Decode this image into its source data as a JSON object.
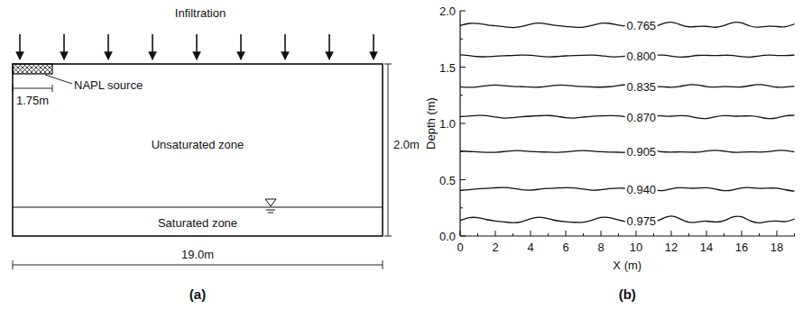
{
  "diagram": {
    "labels": [
      "Infiltration",
      "NAPL source",
      "1.75m",
      "2.0m",
      "Unsaturated zone",
      "Saturated zone",
      "19.0m",
      "(a)",
      "2.0",
      "1.5",
      "1.0",
      "0.5",
      "0.0",
      "Depth (m)",
      "0.765",
      "0.800",
      "0.835",
      "0.870",
      "0.905",
      "0.940",
      "0.975",
      "0",
      "2",
      "4",
      "6",
      "8",
      "10",
      "12",
      "14",
      "16",
      "18",
      "X (m)",
      "(b)"
    ]
  }
}
